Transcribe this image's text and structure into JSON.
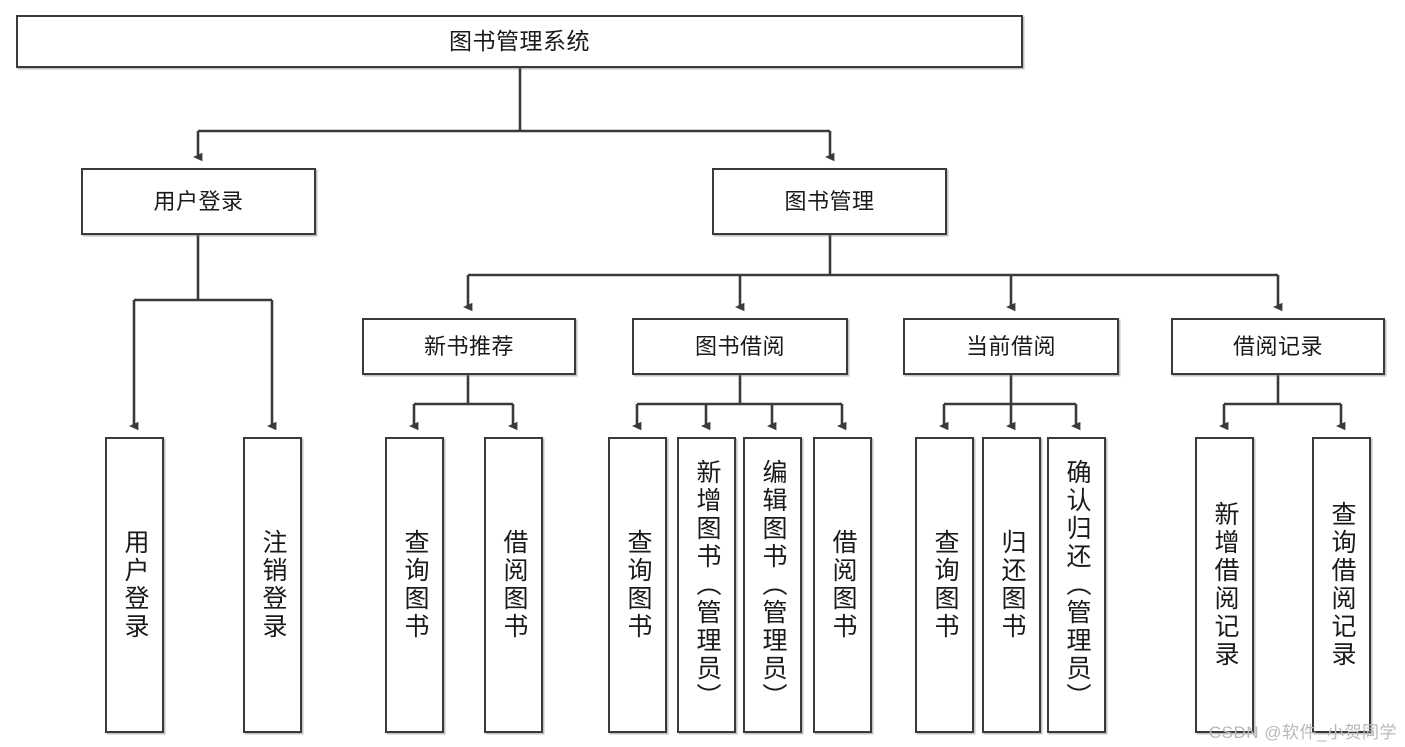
{
  "diagram": {
    "title": "图书管理系统",
    "type": "tree",
    "stroke_color": "#3a3a3a",
    "fill_color": "#ffffff",
    "text_color": "#1a1a1a",
    "nodes": {
      "root": {
        "label": "图书管理系统"
      },
      "tier2": [
        {
          "label": "用户登录"
        },
        {
          "label": "图书管理"
        }
      ],
      "tier3": [
        {
          "label": "新书推荐"
        },
        {
          "label": "图书借阅"
        },
        {
          "label": "当前借阅"
        },
        {
          "label": "借阅记录"
        }
      ],
      "leaves": [
        {
          "label": "用户登录"
        },
        {
          "label": "注销登录"
        },
        {
          "label": "查询图书"
        },
        {
          "label": "借阅图书"
        },
        {
          "label": "查询图书"
        },
        {
          "label": "新增图书（管理员）"
        },
        {
          "label": "编辑图书（管理员）"
        },
        {
          "label": "借阅图书"
        },
        {
          "label": "查询图书"
        },
        {
          "label": "归还图书"
        },
        {
          "label": "确认归还（管理员）"
        },
        {
          "label": "新增借阅记录"
        },
        {
          "label": "查询借阅记录"
        }
      ]
    }
  },
  "watermark": {
    "text": "CSDN @软件_小贺同学"
  }
}
